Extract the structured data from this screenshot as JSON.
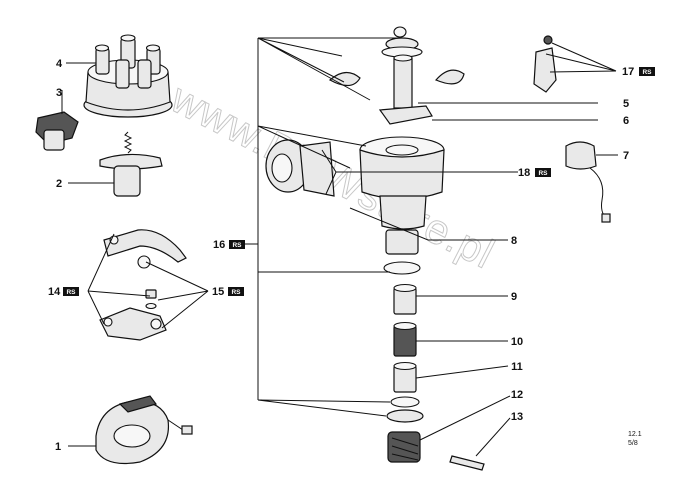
{
  "diagram": {
    "callouts": [
      {
        "id": "c1",
        "label": "1"
      },
      {
        "id": "c2",
        "label": "2"
      },
      {
        "id": "c3",
        "label": "3"
      },
      {
        "id": "c4",
        "label": "4"
      },
      {
        "id": "c5",
        "label": "5"
      },
      {
        "id": "c6",
        "label": "6"
      },
      {
        "id": "c7",
        "label": "7"
      },
      {
        "id": "c8",
        "label": "8"
      },
      {
        "id": "c9",
        "label": "9"
      },
      {
        "id": "c10",
        "label": "10"
      },
      {
        "id": "c11",
        "label": "11"
      },
      {
        "id": "c12",
        "label": "12"
      },
      {
        "id": "c13",
        "label": "13"
      },
      {
        "id": "c14",
        "label": "14"
      },
      {
        "id": "c15",
        "label": "15"
      },
      {
        "id": "c16",
        "label": "16"
      },
      {
        "id": "c17",
        "label": "17"
      },
      {
        "id": "c18",
        "label": "18"
      }
    ],
    "rs_badge": "RS",
    "reference_line1": "12.1",
    "reference_line2": "5/8",
    "watermark": "www.BMWstore.pl"
  }
}
